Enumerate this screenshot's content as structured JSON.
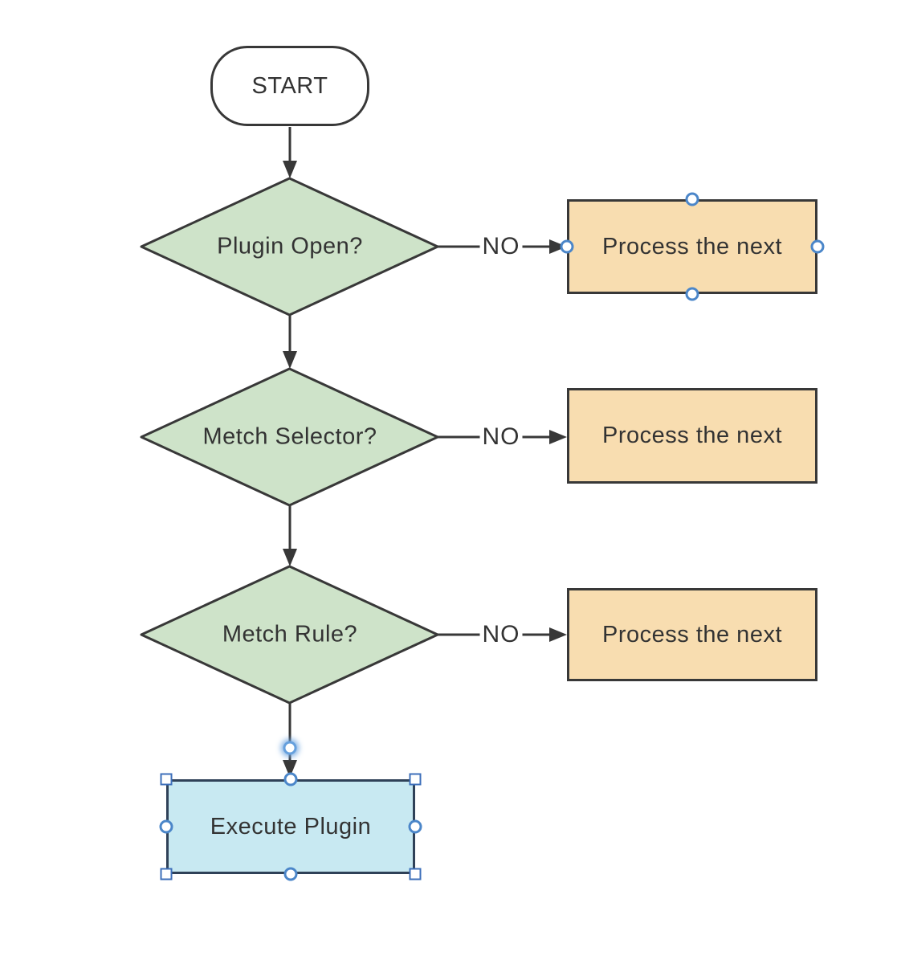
{
  "diagram": {
    "type": "flowchart",
    "nodes": {
      "start": {
        "label": "START",
        "shape": "rounded-rectangle",
        "fill": "#ffffff"
      },
      "decisions": [
        {
          "label": "Plugin Open?",
          "shape": "diamond",
          "fill": "#cee3c9"
        },
        {
          "label": "Metch Selector?",
          "shape": "diamond",
          "fill": "#cee3c9"
        },
        {
          "label": "Metch Rule?",
          "shape": "diamond",
          "fill": "#cee3c9"
        }
      ],
      "processes": [
        {
          "label": "Process the next",
          "shape": "rectangle",
          "fill": "#f8ddb0"
        },
        {
          "label": "Process the next",
          "shape": "rectangle",
          "fill": "#f8ddb0"
        },
        {
          "label": "Process the next",
          "shape": "rectangle",
          "fill": "#f8ddb0"
        }
      ],
      "execute": {
        "label": "Execute Plugin",
        "shape": "rectangle",
        "fill": "#c8e9f2",
        "selected": true
      }
    },
    "edges": {
      "no_labels": [
        "NO",
        "NO",
        "NO"
      ],
      "flow": [
        "START -> Plugin Open?",
        "Plugin Open? -NO-> Process the next",
        "Plugin Open? -> Metch Selector?",
        "Metch Selector? -NO-> Process the next",
        "Metch Selector? -> Metch Rule?",
        "Metch Rule? -NO-> Process the next",
        "Metch Rule? -> Execute Plugin"
      ]
    },
    "colors": {
      "stroke": "#383838",
      "decision_fill": "#cee3c9",
      "process_fill": "#f8ddb0",
      "execute_fill": "#c8e9f2",
      "execute_border": "#2f4158",
      "handle_blue": "#3d6fba",
      "connection_point_blue": "#4b86c9",
      "text": "#333333",
      "background": "#ffffff"
    }
  }
}
